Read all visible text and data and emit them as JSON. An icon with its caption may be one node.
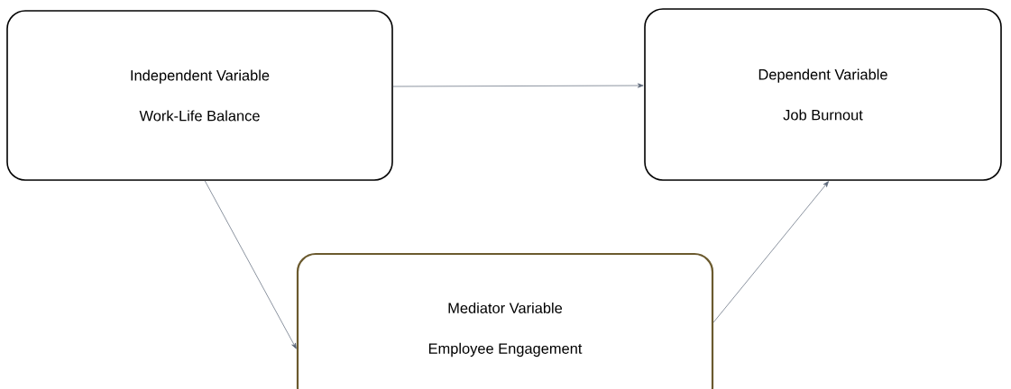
{
  "diagram": {
    "nodes": [
      {
        "text": [
          "Independent Variable",
          "Work-Life Balance"
        ]
      },
      {
        "text": [
          "Dependent Variable",
          "Job Burnout"
        ]
      },
      {
        "text": [
          "Mediator Variable",
          "Employee Engagement"
        ]
      }
    ],
    "edges": [
      {
        "from": 0,
        "to": 1,
        "arrow": "to"
      },
      {
        "from": 0,
        "to": 2,
        "arrow": "to"
      },
      {
        "from": 2,
        "to": 1,
        "arrow": "to"
      }
    ]
  }
}
